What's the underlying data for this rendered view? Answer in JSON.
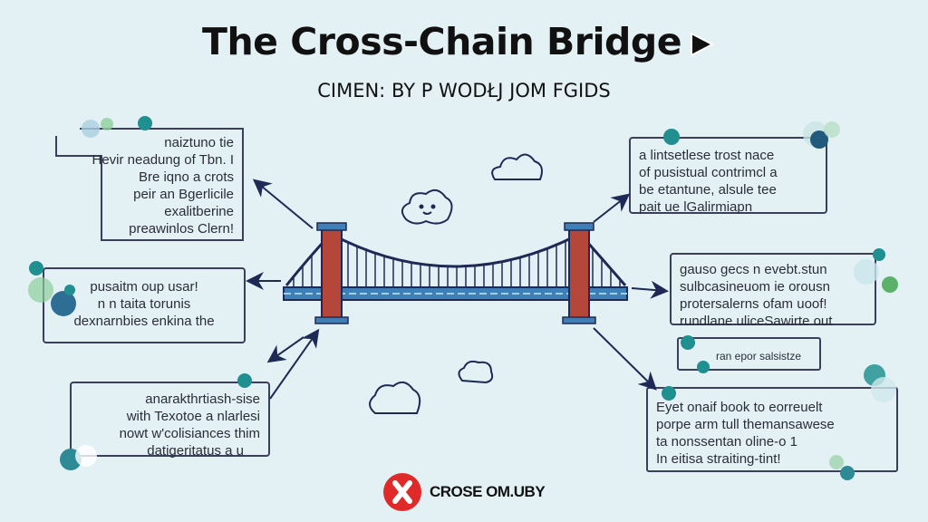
{
  "header": {
    "title": "The Cross-Chain Bridge",
    "subtitle": "CIMEN: BY P WODŁJ JOM FGIDS",
    "play_icon": "play-icon"
  },
  "callouts_left": [
    {
      "lines": [
        "naiztuno tie",
        "Hevir neadung of Tbn. I",
        "Bre iqno a crots",
        "peir an Bgerlicile",
        "exalitberine",
        "preawinlos Clern!"
      ]
    },
    {
      "lines": [
        "pusaitm oup usar!",
        "n n taita torunis",
        "dexnarnbies enkina the"
      ]
    },
    {
      "lines": [
        "anarakthrtiash-sise",
        "with Texotoe a nlarlesi",
        "nowt w'colisiances thim",
        "datigeritatus a u"
      ]
    }
  ],
  "callouts_right": [
    {
      "lines": [
        "a lintsetlese trost nace",
        "of pusistual contrimcl a",
        "be etantune, alsule tee",
        "pait ue lGalirmiapn"
      ]
    },
    {
      "lines": [
        "gauso gecs n evebt.stun",
        "sulbcasineuom ie orousn",
        "protersalerns ofam uoof!",
        "rundlane uliceSawirte out"
      ]
    },
    {
      "lines": [
        "ran epor salsistze"
      ]
    },
    {
      "lines": [
        "Eyet onaif book to eorreuelt",
        "porpe arm tull themansawese",
        "ta nonssentan oline-o 1",
        "In eitisa straiting-tint!"
      ]
    }
  ],
  "footer": {
    "brand": "CROSE OM.UBY",
    "logo_icon": "x-logo-icon"
  },
  "colors": {
    "background": "#e3f1f5",
    "ink": "#1e2a55",
    "tower": "#b5463a",
    "deck": "#3d7fb6",
    "accent_teal": "#1f8f8f",
    "logo_red": "#e02a2a"
  }
}
